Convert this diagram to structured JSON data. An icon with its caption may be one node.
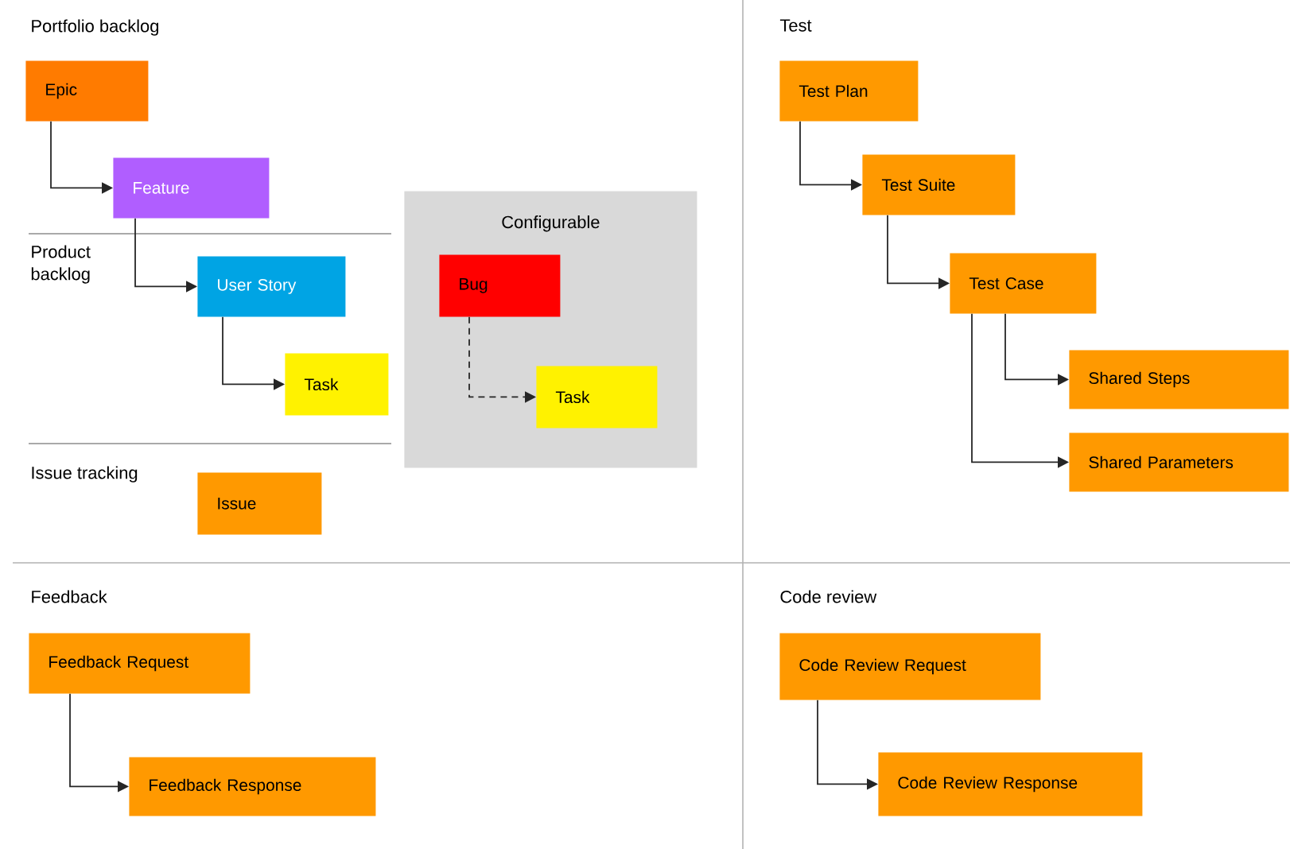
{
  "diagram": {
    "nodes": [
      {
        "text": [
          "Epic"
        ]
      },
      {
        "text": [
          "Feature"
        ]
      },
      {
        "text": [
          "User Story"
        ]
      },
      {
        "text": [
          "Task"
        ]
      },
      {
        "text": [
          "Configurable"
        ]
      },
      {
        "text": [
          "Bug"
        ],
        "in": 4
      },
      {
        "text": [
          "Task"
        ],
        "in": 4
      },
      {
        "text": [
          "Issue"
        ]
      },
      {
        "text": [
          "Test Plan"
        ]
      },
      {
        "text": [
          "Test Suite"
        ]
      },
      {
        "text": [
          "Test Case"
        ]
      },
      {
        "text": [
          "Shared Steps"
        ]
      },
      {
        "text": [
          "Shared Parameters"
        ]
      },
      {
        "text": [
          "Feedback Request"
        ]
      },
      {
        "text": [
          "Feedback Response"
        ]
      },
      {
        "text": [
          "Code Review Request"
        ]
      },
      {
        "text": [
          "Code Review Response"
        ]
      }
    ],
    "edges": [
      {
        "from": 0,
        "to": 1,
        "arrow": "to"
      },
      {
        "from": 1,
        "to": 2,
        "arrow": "to"
      },
      {
        "from": 2,
        "to": 3,
        "arrow": "to"
      },
      {
        "from": 5,
        "to": 6,
        "arrow": "to",
        "style": "dashed"
      },
      {
        "from": 8,
        "to": 9,
        "arrow": "to"
      },
      {
        "from": 9,
        "to": 10,
        "arrow": "to"
      },
      {
        "from": 10,
        "to": 11,
        "arrow": "to"
      },
      {
        "from": 10,
        "to": 12,
        "arrow": "to"
      },
      {
        "from": 13,
        "to": 14,
        "arrow": "to"
      },
      {
        "from": 15,
        "to": 16,
        "arrow": "to"
      }
    ],
    "labels": [
      "Portfolio backlog",
      "Product backlog",
      "Issue tracking",
      "Test",
      "Feedback",
      "Code review"
    ]
  }
}
